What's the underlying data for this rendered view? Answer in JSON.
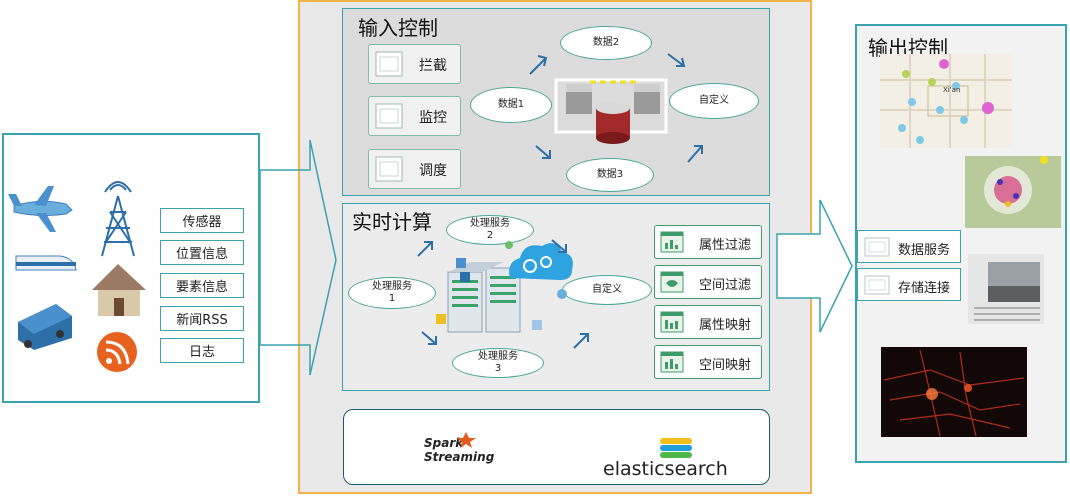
{
  "sources": {
    "items": [
      "传感器",
      "位置信息",
      "要素信息",
      "新闻RSS",
      "日志"
    ]
  },
  "input_control": {
    "title": "输入控制",
    "buttons": [
      "拦截",
      "监控",
      "调度"
    ],
    "nodes": {
      "data1": "数据1",
      "data2": "数据2",
      "data3": "数据3",
      "custom": "自定义"
    }
  },
  "realtime": {
    "title": "实时计算",
    "nodes": {
      "svc1_line1": "处理服务",
      "svc1_line2": "1",
      "svc2_line1": "处理服务",
      "svc2_line2": "2",
      "svc3_line1": "处理服务",
      "svc3_line2": "3",
      "custom": "自定义"
    },
    "functions": [
      "属性过滤",
      "空间过滤",
      "属性映射",
      "空间映射"
    ]
  },
  "tech": {
    "spark_line1": "Spark",
    "spark_line2": "Streaming",
    "elastic": "elasticsearch"
  },
  "output": {
    "title": "输出控制",
    "buttons": [
      "数据服务",
      "存储连接"
    ],
    "map_label": "Xi'an"
  },
  "colors": {
    "teal": "#3aa3ae",
    "orange_border": "#f0b44a",
    "green": "#3f9c6a"
  }
}
